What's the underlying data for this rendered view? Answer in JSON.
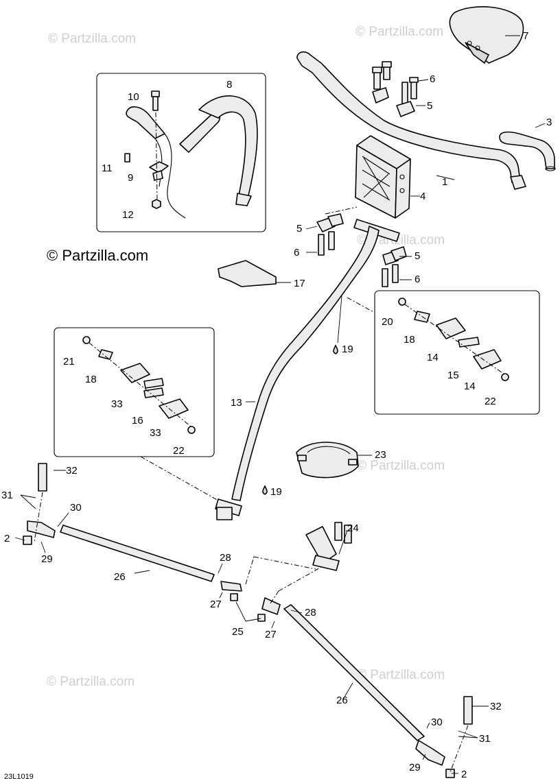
{
  "watermark": {
    "text": "© Partzilla.com",
    "prominent_text": "© Partzilla.com"
  },
  "diagram_code": "23L1019",
  "callouts": {
    "c1": "1",
    "c2a": "2",
    "c2b": "2",
    "c3": "3",
    "c4": "4",
    "c5a": "5",
    "c5b": "5",
    "c5c": "5",
    "c6a": "6",
    "c6b": "6",
    "c6c": "6",
    "c7": "7",
    "c8": "8",
    "c9": "9",
    "c10": "10",
    "c11": "11",
    "c12": "12",
    "c13": "13",
    "c14a": "14",
    "c14b": "14",
    "c15": "15",
    "c16": "16",
    "c17": "17",
    "c18a": "18",
    "c18b": "18",
    "c19a": "19",
    "c19b": "19",
    "c20": "20",
    "c21": "21",
    "c22a": "22",
    "c22b": "22",
    "c23": "23",
    "c24": "24",
    "c25": "25",
    "c26a": "26",
    "c26b": "26",
    "c27a": "27",
    "c27b": "27",
    "c28a": "28",
    "c28b": "28",
    "c29a": "29",
    "c29b": "29",
    "c30a": "30",
    "c30b": "30",
    "c31a": "31",
    "c31b": "31",
    "c32a": "32",
    "c32b": "32",
    "c33a": "33",
    "c33b": "33"
  }
}
